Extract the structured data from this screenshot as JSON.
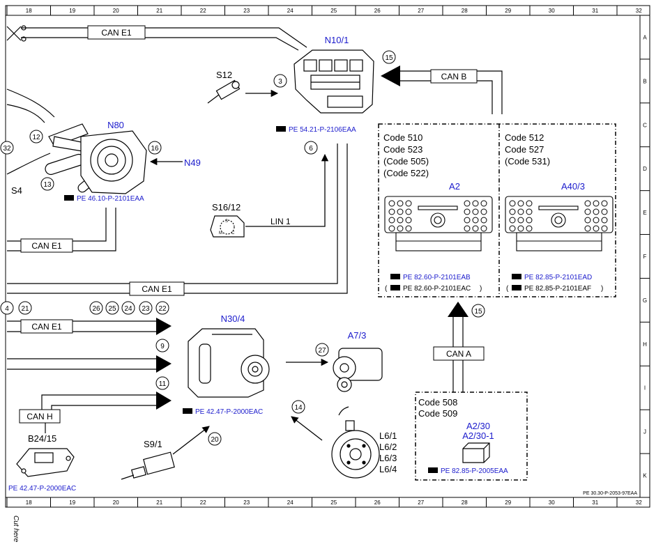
{
  "ruler": {
    "cols": [
      "18",
      "19",
      "20",
      "21",
      "22",
      "23",
      "24",
      "25",
      "26",
      "27",
      "28",
      "29",
      "30",
      "31",
      "32"
    ],
    "rows": [
      "A",
      "B",
      "C",
      "D",
      "E",
      "F",
      "G",
      "H",
      "I",
      "J",
      "K"
    ]
  },
  "components": {
    "n10_1": "N10/1",
    "n80": "N80",
    "n49": "N49",
    "s12": "S12",
    "s4": "S4",
    "s16_12": "S16/12",
    "n30_4": "N30/4",
    "a7_3": "A7/3",
    "b24_15": "B24/15",
    "s9_1": "S9/1",
    "a2": "A2",
    "a40_3": "A40/3",
    "a2_30": "A2/30",
    "a2_30_1": "A2/30-1",
    "l6": [
      "L6/1",
      "L6/2",
      "L6/3",
      "L6/4"
    ]
  },
  "buses": {
    "can_e1": "CAN E1",
    "can_b": "CAN B",
    "can_a": "CAN A",
    "can_h": "CAN H",
    "lin_1": "LIN 1"
  },
  "codes": {
    "a2_box": [
      "Code 510",
      "Code 523",
      "(Code 505)",
      "(Code 522)"
    ],
    "a40_box": [
      "Code 512",
      "Code 527",
      "(Code 531)"
    ],
    "a2_30_box": [
      "Code 508",
      "Code 509"
    ]
  },
  "references": {
    "n10_1": "PE 54.21-P-2106EAA",
    "n80": "PE 46.10-P-2101EAA",
    "a2_1": "PE 82.60-P-2101EAB",
    "a2_2": "PE 82.60-P-2101EAC",
    "a40_1": "PE 82.85-P-2101EAD",
    "a40_2": "PE 82.85-P-2101EAF",
    "n30_4": "PE 42.47-P-2000EAC",
    "b24_15": "PE 42.47-P-2000EAC",
    "a2_30": "PE 82.85-P-2005EAA"
  },
  "callouts": {
    "c3": "3",
    "c6": "6",
    "c9": "9",
    "c11": "11",
    "c12": "12",
    "c13": "13",
    "c14": "14",
    "c15a": "15",
    "c15b": "15",
    "c16": "16",
    "c20": "20",
    "c21": "21",
    "c22": "22",
    "c23": "23",
    "c24": "24",
    "c25": "25",
    "c26": "26",
    "c27": "27",
    "c32": "32",
    "c4": "4"
  },
  "doc_id": "PE 30.30-P-2053-97EAA",
  "cut_here": "Cut here",
  "colors": {
    "link": "#1a1acc",
    "line": "#000000",
    "paper": "#ffffff"
  }
}
